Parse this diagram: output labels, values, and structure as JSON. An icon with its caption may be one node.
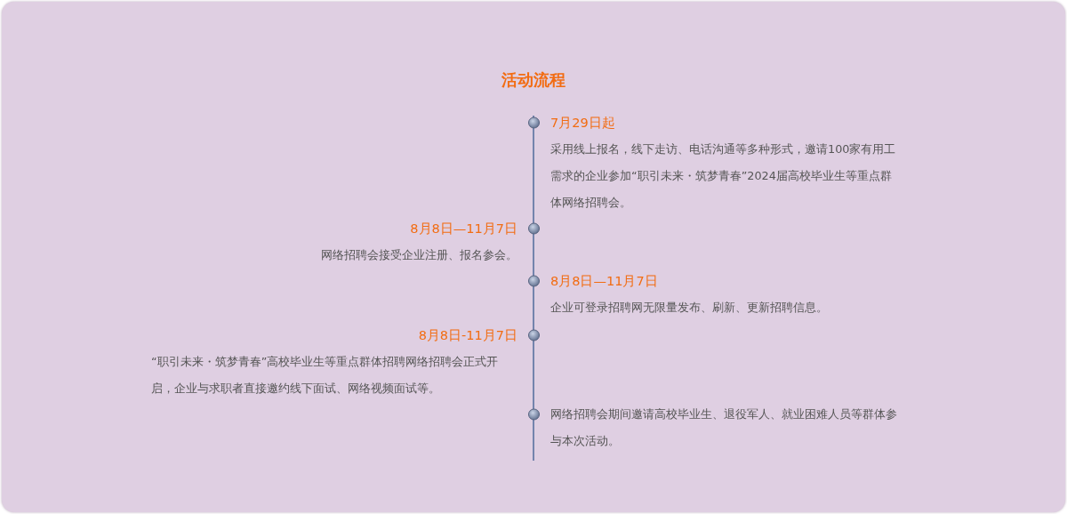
{
  "diagram": {
    "title": "活动流程",
    "nodes": [
      {
        "text": [
          "7月29日起",
          "采用线上报名，线下走访、电话沟通等多种形式，邀请100家有用工需求的企业参加“职引未来・筑梦青春”2024届高校毕业生等重点群体网络招聘会。"
        ]
      },
      {
        "text": [
          "8月8日—11月7日",
          "网络招聘会接受企业注册、报名参会。"
        ]
      },
      {
        "text": [
          "8月8日—11月7日",
          "企业可登录招聘网无限量发布、刷新、更新招聘信息。"
        ]
      },
      {
        "text": [
          "8月8日-11月7日",
          "“职引未来・筑梦青春”高校毕业生等重点群体招聘网络招聘会正式开启，企业与求职者直接邀约线下面试、网络视频面试等。"
        ]
      },
      {
        "text": [
          "网络招聘会期间邀请高校毕业生、退役军人、就业困难人员等群体参与本次活动。"
        ]
      }
    ]
  }
}
